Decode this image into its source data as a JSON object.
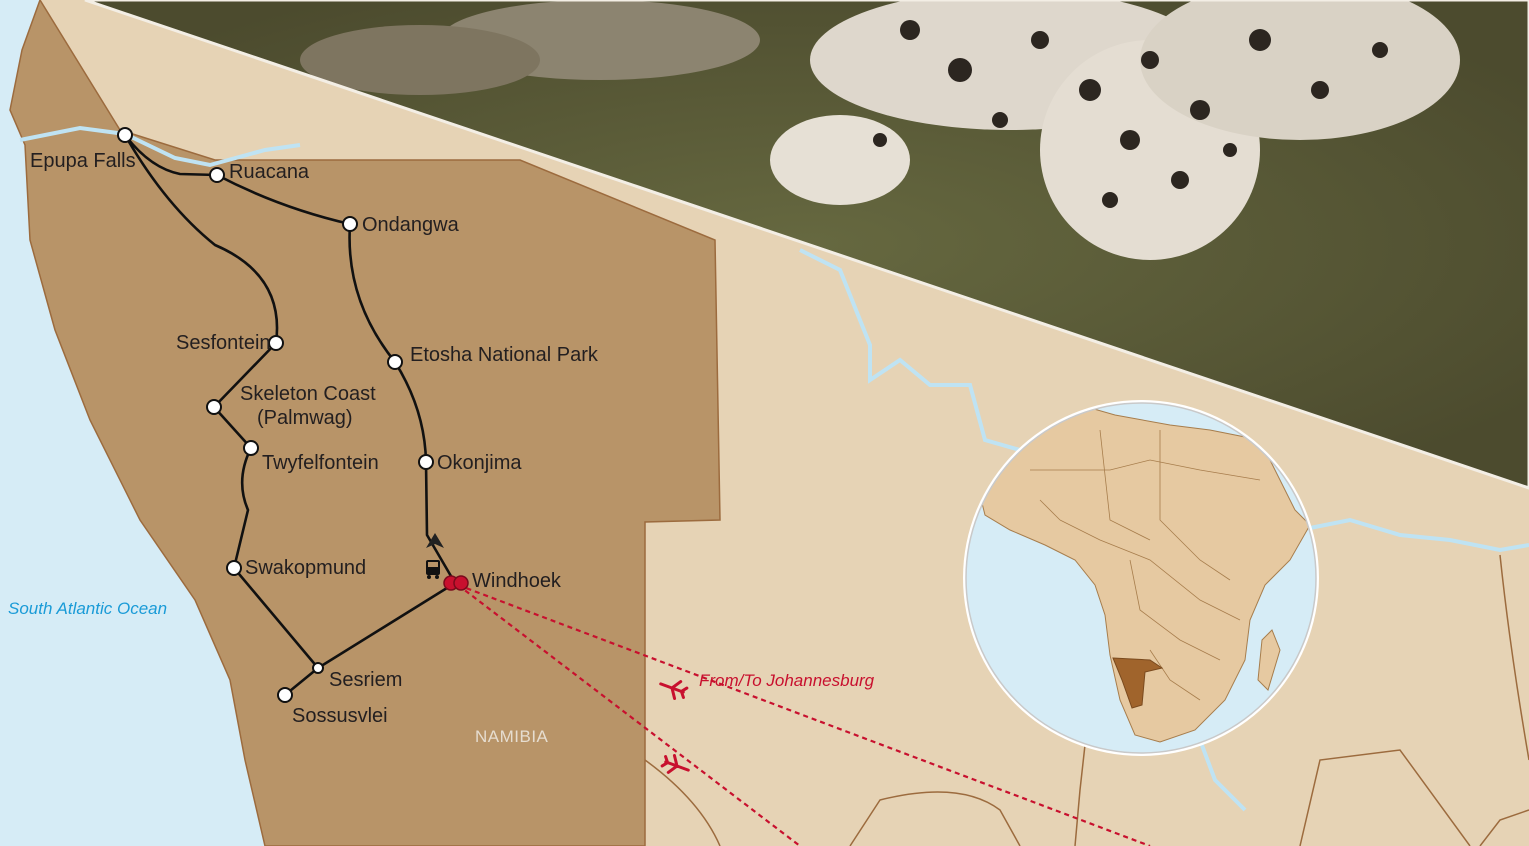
{
  "map": {
    "ocean_label": "South Atlantic Ocean",
    "country_label": "NAMIBIA",
    "flight_label": "From/To Johannesburg",
    "colors": {
      "ocean": "#d6ecf6",
      "land_other": "#e6d3b5",
      "namibia": "#b89468",
      "border": "#9c6b3e",
      "route": "#111111",
      "flight": "#c8102e",
      "river": "#bfe3f3",
      "inset_namibia": "#a0642c"
    },
    "icons": [
      "bus-icon",
      "airplane-icon",
      "direction-arrow-icon",
      "location-pin-icon"
    ],
    "places": [
      {
        "id": "epupa",
        "name": "Epupa Falls"
      },
      {
        "id": "ruacana",
        "name": "Ruacana"
      },
      {
        "id": "ondangwa",
        "name": "Ondangwa"
      },
      {
        "id": "sesfontein",
        "name": "Sesfontein"
      },
      {
        "id": "skeleton1",
        "name": "Skeleton Coast"
      },
      {
        "id": "skeleton2",
        "name": "(Palmwag)"
      },
      {
        "id": "etosha",
        "name": "Etosha National Park"
      },
      {
        "id": "twyfelfontein",
        "name": "Twyfelfontein"
      },
      {
        "id": "okonjima",
        "name": "Okonjima"
      },
      {
        "id": "swakopmund",
        "name": "Swakopmund"
      },
      {
        "id": "windhoek",
        "name": "Windhoek"
      },
      {
        "id": "sesriem",
        "name": "Sesriem"
      },
      {
        "id": "sossusvlei",
        "name": "Sossusvlei"
      }
    ]
  }
}
